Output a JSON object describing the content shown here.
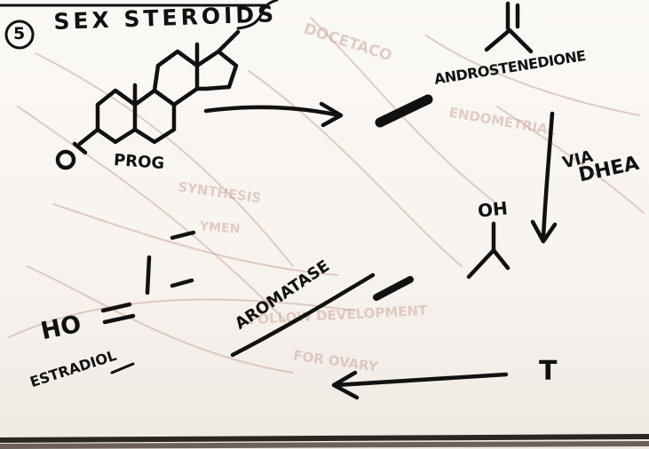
{
  "heading": {
    "number": "5",
    "text": "SEX STEROIDS"
  },
  "molecules": {
    "progesterone": "PROG",
    "androstenedione": "ANDROSTENEDIONE",
    "estradiol": "ESTRADIOL",
    "ho_group": "HO",
    "oh_group": "OH"
  },
  "steps": {
    "via_top": "VIA",
    "via_bottom": "DHEA",
    "aromatase": "AROMATASE",
    "testosterone": "T"
  },
  "bleed_through": {
    "t1": "DOCETACO",
    "t2": "SYNTHESIS",
    "t3": "YMEN",
    "t4": "ENDOMETRIAL",
    "t5": "FOLLOW DEVELOPMENT",
    "t6": "FOR OVARY"
  },
  "colors": {
    "ink": "#111111",
    "paper": "#f7f3ef",
    "bleed": "#c9a396"
  }
}
